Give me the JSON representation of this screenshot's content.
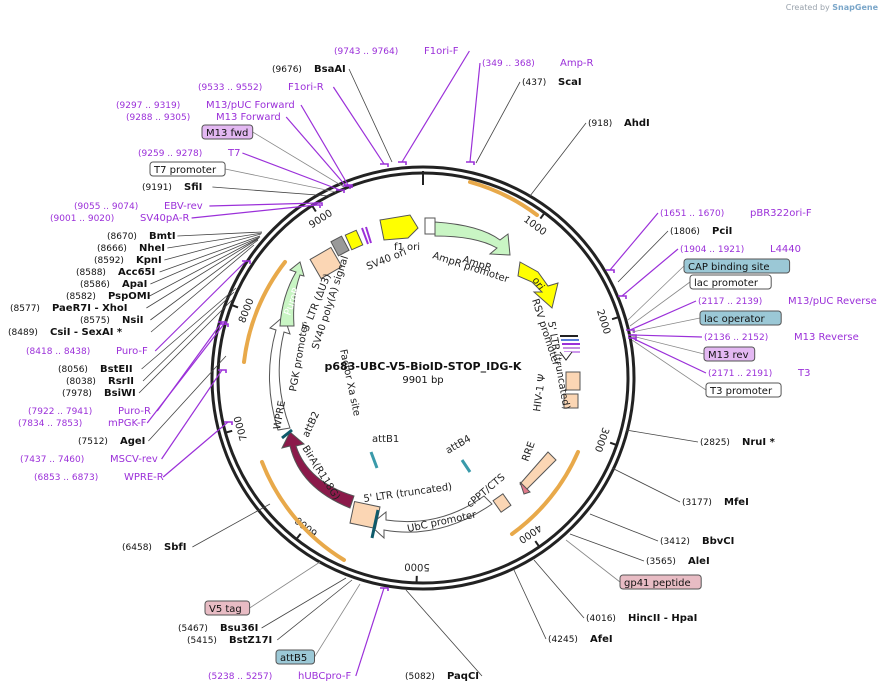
{
  "credit": {
    "prefix": "Created by",
    "brand": "SnapGene"
  },
  "plasmid": {
    "name": "p683-UBC-V5-BioID-STOP_IDG-K",
    "size": "9901 bp"
  },
  "ticks": [
    "1000",
    "2000",
    "3000",
    "4000",
    "5000",
    "6000",
    "7000",
    "8000",
    "9000"
  ],
  "sites": [
    {
      "id": "s1",
      "kind": "primer",
      "coord": "(9743 .. 9764)",
      "name": "F1ori-F"
    },
    {
      "id": "s2",
      "kind": "enzyme",
      "coord": "(9676)",
      "name": "BsaAI"
    },
    {
      "id": "s3",
      "kind": "primer",
      "coord": "(9533 .. 9552)",
      "name": "F1ori-R"
    },
    {
      "id": "s4",
      "kind": "primer",
      "coord": "(9297 .. 9319)",
      "name": "M13/pUC Forward"
    },
    {
      "id": "s5",
      "kind": "primer",
      "coord": "(9288 .. 9305)",
      "name": "M13 Forward"
    },
    {
      "id": "s6",
      "kind": "box_purple",
      "coord": "",
      "name": "M13 fwd"
    },
    {
      "id": "s7",
      "kind": "primer",
      "coord": "(9259 .. 9278)",
      "name": "T7"
    },
    {
      "id": "s8",
      "kind": "box_white",
      "coord": "",
      "name": "T7 promoter"
    },
    {
      "id": "s9",
      "kind": "enzyme",
      "coord": "(9191)",
      "name": "SfiI"
    },
    {
      "id": "s10",
      "kind": "primer",
      "coord": "(9055 .. 9074)",
      "name": "EBV-rev"
    },
    {
      "id": "s11",
      "kind": "primer",
      "coord": "(9001 .. 9020)",
      "name": "SV40pA-R"
    },
    {
      "id": "s12",
      "kind": "enzyme",
      "coord": "(8670)",
      "name": "BmtI"
    },
    {
      "id": "s13",
      "kind": "enzyme",
      "coord": "(8666)",
      "name": "NheI"
    },
    {
      "id": "s14",
      "kind": "enzyme",
      "coord": "(8592)",
      "name": "KpnI"
    },
    {
      "id": "s15",
      "kind": "enzyme",
      "coord": "(8588)",
      "name": "Acc65I"
    },
    {
      "id": "s16",
      "kind": "enzyme",
      "coord": "(8586)",
      "name": "ApaI"
    },
    {
      "id": "s17",
      "kind": "enzyme",
      "coord": "(8582)",
      "name": "PspOMI"
    },
    {
      "id": "s18",
      "kind": "enzyme",
      "coord": "(8577)",
      "name": "PaeR7I  - XhoI"
    },
    {
      "id": "s19",
      "kind": "enzyme",
      "coord": "(8575)",
      "name": "NsiI"
    },
    {
      "id": "s20",
      "kind": "enzyme",
      "coord": "(8489)",
      "name": "CsiI  - SexAI *"
    },
    {
      "id": "s21",
      "kind": "primer",
      "coord": "(8418 .. 8438)",
      "name": "Puro-F"
    },
    {
      "id": "s22",
      "kind": "enzyme",
      "coord": "(8056)",
      "name": "BstEII"
    },
    {
      "id": "s23",
      "kind": "enzyme",
      "coord": "(8038)",
      "name": "RsrII"
    },
    {
      "id": "s24",
      "kind": "enzyme",
      "coord": "(7978)",
      "name": "BsiWI"
    },
    {
      "id": "s25",
      "kind": "primer",
      "coord": "(7922 .. 7941)",
      "name": "Puro-R"
    },
    {
      "id": "s26",
      "kind": "primer",
      "coord": "(7834 .. 7853)",
      "name": "mPGK-F"
    },
    {
      "id": "s27",
      "kind": "enzyme",
      "coord": "(7512)",
      "name": "AgeI"
    },
    {
      "id": "s28",
      "kind": "primer",
      "coord": "(7437 .. 7460)",
      "name": "MSCV-rev"
    },
    {
      "id": "s29",
      "kind": "primer",
      "coord": "(6853 .. 6873)",
      "name": "WPRE-R"
    },
    {
      "id": "s30",
      "kind": "enzyme",
      "coord": "(6458)",
      "name": "SbfI"
    },
    {
      "id": "s31",
      "kind": "box_pink",
      "coord": "",
      "name": "V5 tag"
    },
    {
      "id": "s32",
      "kind": "enzyme",
      "coord": "(5467)",
      "name": "Bsu36I"
    },
    {
      "id": "s33",
      "kind": "enzyme",
      "coord": "(5415)",
      "name": "BstZ17I"
    },
    {
      "id": "s34",
      "kind": "box_blue",
      "coord": "",
      "name": "attB5"
    },
    {
      "id": "s35",
      "kind": "primer",
      "coord": "(5238 .. 5257)",
      "name": "hUBCpro-F"
    },
    {
      "id": "s36",
      "kind": "enzyme",
      "coord": "(5082)",
      "name": "PaqCI"
    },
    {
      "id": "s37",
      "kind": "primer",
      "coord": "(349 .. 368)",
      "name": "Amp-R"
    },
    {
      "id": "s38",
      "kind": "enzyme",
      "coord": "(437)",
      "name": "ScaI"
    },
    {
      "id": "s39",
      "kind": "enzyme",
      "coord": "(918)",
      "name": "AhdI"
    },
    {
      "id": "s40",
      "kind": "primer",
      "coord": "(1651 .. 1670)",
      "name": "pBR322ori-F"
    },
    {
      "id": "s41",
      "kind": "enzyme",
      "coord": "(1806)",
      "name": "PciI"
    },
    {
      "id": "s42",
      "kind": "primer",
      "coord": "(1904 .. 1921)",
      "name": "L4440"
    },
    {
      "id": "s43",
      "kind": "box_blue",
      "coord": "",
      "name": "CAP binding site"
    },
    {
      "id": "s44",
      "kind": "box_white",
      "coord": "",
      "name": "lac promoter"
    },
    {
      "id": "s45",
      "kind": "primer",
      "coord": "(2117 .. 2139)",
      "name": "M13/pUC Reverse"
    },
    {
      "id": "s46",
      "kind": "box_blue",
      "coord": "",
      "name": "lac operator"
    },
    {
      "id": "s47",
      "kind": "primer",
      "coord": "(2136 .. 2152)",
      "name": "M13 Reverse"
    },
    {
      "id": "s48",
      "kind": "box_purple",
      "coord": "",
      "name": "M13 rev"
    },
    {
      "id": "s49",
      "kind": "primer",
      "coord": "(2171 .. 2191)",
      "name": "T3"
    },
    {
      "id": "s50",
      "kind": "box_white",
      "coord": "",
      "name": "T3 promoter"
    },
    {
      "id": "s51",
      "kind": "enzyme",
      "coord": "(2825)",
      "name": "NruI *"
    },
    {
      "id": "s52",
      "kind": "enzyme",
      "coord": "(3177)",
      "name": "MfeI"
    },
    {
      "id": "s53",
      "kind": "enzyme",
      "coord": "(3412)",
      "name": "BbvCI"
    },
    {
      "id": "s54",
      "kind": "enzyme",
      "coord": "(3565)",
      "name": "AleI"
    },
    {
      "id": "s55",
      "kind": "box_pink",
      "coord": "",
      "name": "gp41 peptide"
    },
    {
      "id": "s56",
      "kind": "enzyme",
      "coord": "(4016)",
      "name": "HincII  - HpaI"
    },
    {
      "id": "s57",
      "kind": "enzyme",
      "coord": "(4245)",
      "name": "AfeI"
    }
  ],
  "features": {
    "f1_ori": "f1 ori",
    "sv40_ori": "SV40 ori",
    "ampr": "AmpR",
    "ampr_promoter": "AmpR promoter",
    "ori": "ori",
    "sv40_polya": "SV40 poly(A) signal",
    "ltr3": "3' LTR (ΔU3)",
    "puror": "PuroR",
    "pgk": "PGK promoter",
    "wpre": "WPRE",
    "attb2": "attB2",
    "bira": "BirA(R118G)",
    "factor_xa": "Factor Xa site",
    "attb1": "attB1",
    "attb4": "attB4",
    "rsv": "RSV promoter",
    "ltr5_trunc": "5' LTR (truncated)",
    "hiv_psi": "HIV-1 Ψ",
    "rre": "RRE",
    "cppt": "cPPT/CTS",
    "ubc": "UbC promoter",
    "ltr5_inner": "5' LTR (truncated)"
  },
  "colors": {
    "primer": "#9b30d9",
    "enzyme": "#000000",
    "ring": "#222222",
    "ampr": "#c9f5c4",
    "f1ori": "#ffff00",
    "bira": "#8b1a4a",
    "puror": "#3a9a2a",
    "orange_arc": "#e8a94a",
    "ltr": "#fbd6b4"
  }
}
